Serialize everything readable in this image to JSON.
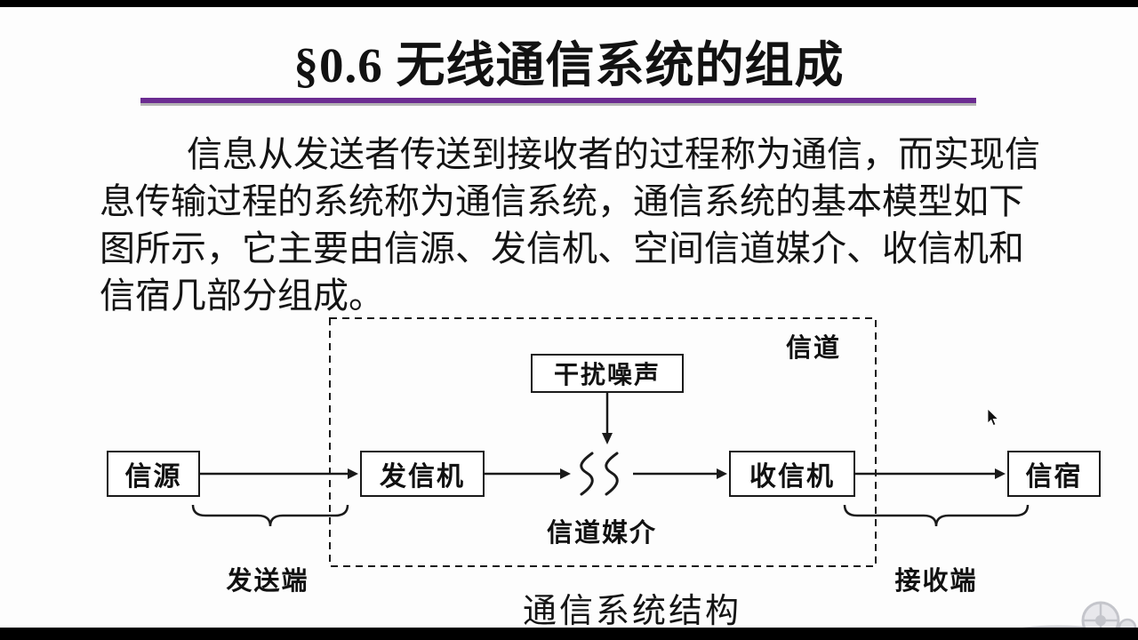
{
  "slide": {
    "title": "§0.6 无线通信系统的组成",
    "accent_color": "#6b2c91",
    "paragraph_lines": [
      "信息从发送者传送到接收者的过程称为通信，而实现信",
      "息传输过程的系统称为通信系统，通信系统的基本模型如下",
      "图所示，它主要由信源、发信机、空间信道媒介、收信机和",
      "信宿几部分组成。"
    ]
  },
  "diagram": {
    "caption": "通信系统结构",
    "channel_label": "信道",
    "noise_label": "干扰噪声",
    "medium_label": "信道媒介",
    "source_label": "信源",
    "transmitter_label": "发信机",
    "receiver_label": "收信机",
    "destination_label": "信宿",
    "send_end_label": "发送端",
    "receive_end_label": "接收端"
  }
}
